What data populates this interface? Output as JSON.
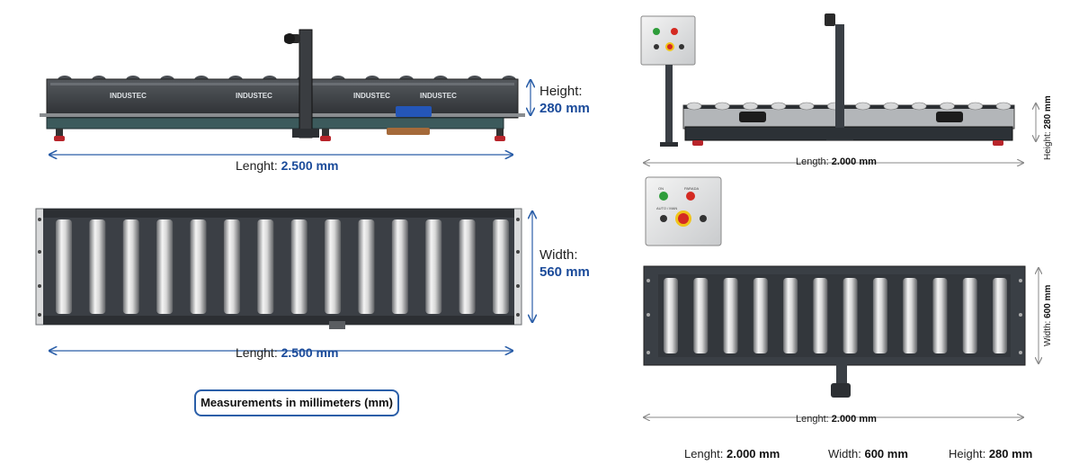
{
  "left": {
    "side_view": {
      "brand_labels": [
        "INDUSTEC",
        "INDUSTEC",
        "INDUSTEC",
        "INDUSTEC"
      ],
      "height_label": "Height:",
      "height_value": "280 mm",
      "length_label": "Lenght:",
      "length_value": "2.500 mm"
    },
    "top_view": {
      "roller_count": 14,
      "width_label": "Width:",
      "width_value": "560 mm",
      "length_label": "Lenght:",
      "length_value": "2.500 mm"
    },
    "note": "Measurements in millimeters (mm)"
  },
  "right": {
    "control_panel": {
      "button_labels": [
        "ON",
        "PARADA",
        "AUTO / MAN"
      ],
      "green_color": "#2e9d3a",
      "red_color": "#d42a22",
      "emergency_color": "#f0c419"
    },
    "side_view": {
      "length_label": "Length:",
      "length_value": "2.000 mm",
      "height_label": "Height:",
      "height_value": "280 mm"
    },
    "top_view": {
      "roller_count": 12,
      "width_label": "Width:",
      "width_value": "600 mm",
      "length_label": "Lenght:",
      "length_value": "2.000 mm"
    },
    "footer": {
      "length_label": "Lenght:",
      "length_value": "2.000 mm",
      "width_label": "Width:",
      "width_value": "600 mm",
      "height_label": "Height:",
      "height_value": "280 mm"
    }
  },
  "colors": {
    "accent_blue": "#1b4b9a",
    "frame_dark": "#3b3f45",
    "roller_light": "#e6e6e6",
    "base_teal": "#3c5a5c"
  }
}
